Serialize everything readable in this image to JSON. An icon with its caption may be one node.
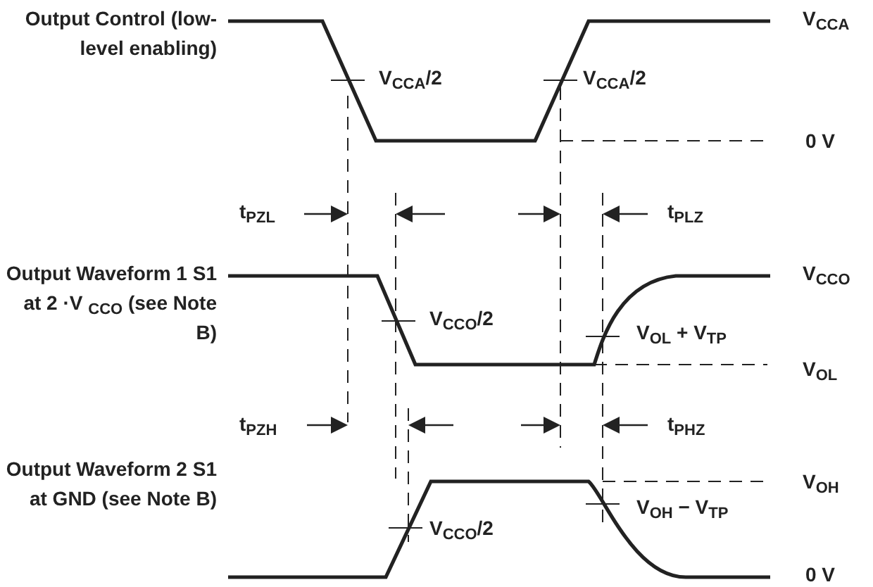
{
  "diagram": {
    "labels": [
      "Output Control (low-level enabling)",
      "V$_{CCA}$",
      "V$_{CCA}$/2",
      "V$_{CCA}$/2",
      "0 V",
      "t$_{PZL}$",
      "t$_{PLZ}$",
      "Output Waveform 1 S1 at 2 ·V $_{CCO}$ (see Note B)",
      "V$_{CCO}$",
      "V$_{CCO}$/2",
      "V$_{OL}$ + V$_{TP}$",
      "V$_{OL}$",
      "t$_{PZH}$",
      "t$_{PHZ}$",
      "Output Waveform 2 S1 at GND (see Note B)",
      "V$_{OH}$",
      "V$_{OH}$ − V$_{TP}$",
      "V$_{CCO}$/2",
      "0 V"
    ]
  }
}
